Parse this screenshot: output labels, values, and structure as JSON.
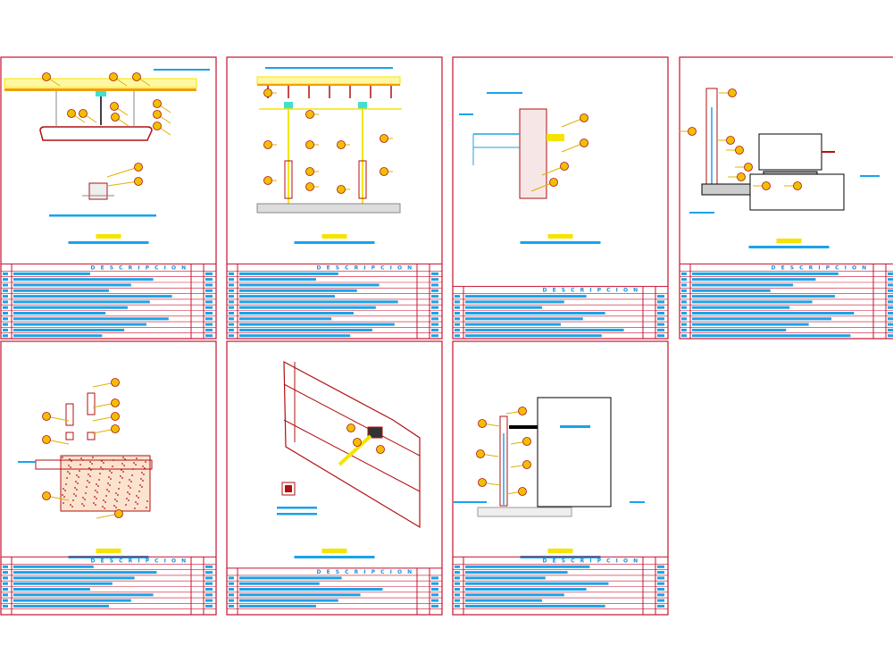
{
  "drawing": {
    "table_header": "D E S C R I P C I O N",
    "colors": {
      "frame": "#c8102e",
      "text": "#1aa3e8",
      "title": "#f5e400",
      "balloon": "#f0c000",
      "leader": "#e0b000",
      "structure": "#b01010"
    },
    "sheets": [
      {
        "id": "sheet-1"
      },
      {
        "id": "sheet-2"
      },
      {
        "id": "sheet-3"
      },
      {
        "id": "sheet-4"
      },
      {
        "id": "sheet-5"
      },
      {
        "id": "sheet-6"
      },
      {
        "id": "sheet-7"
      }
    ]
  }
}
